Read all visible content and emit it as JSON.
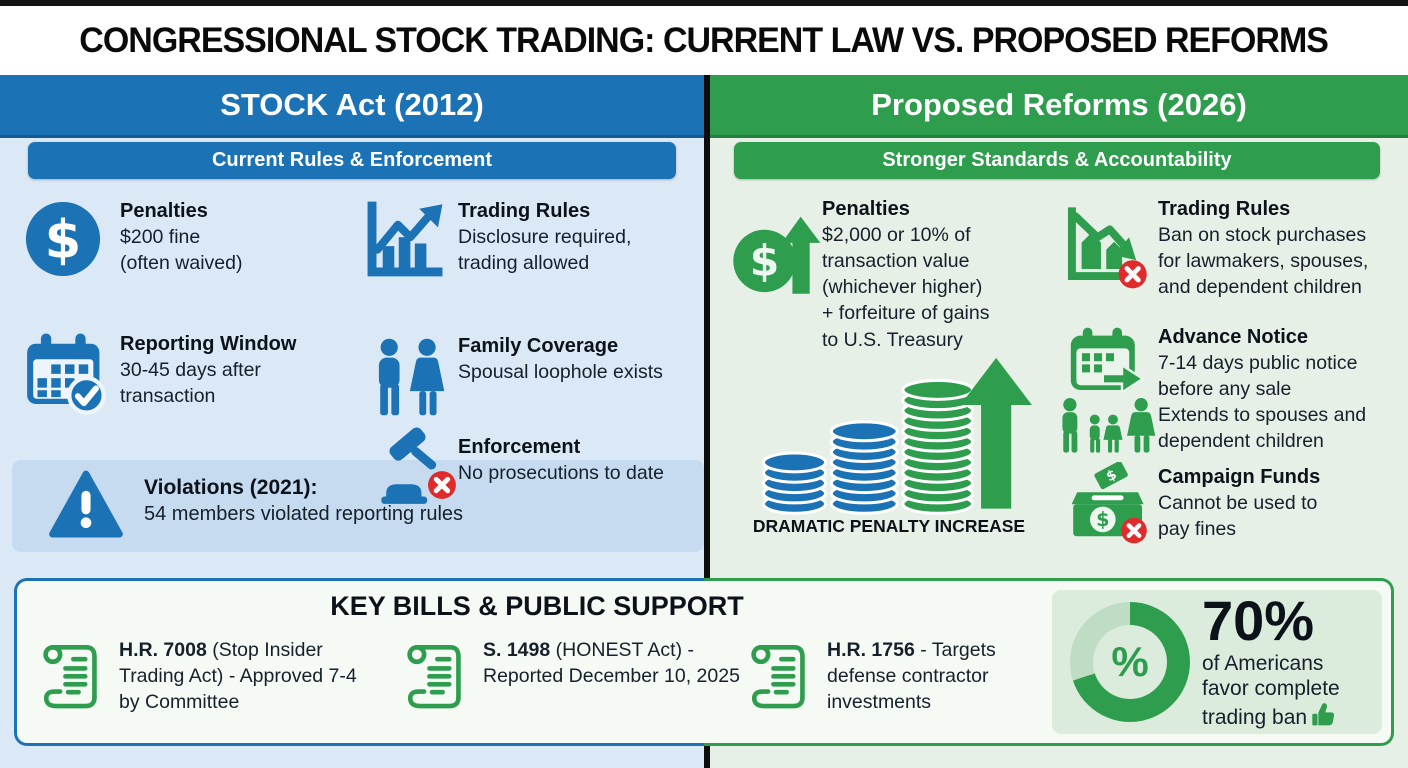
{
  "title": "CONGRESSIONAL STOCK TRADING: CURRENT LAW VS. PROPOSED REFORMS",
  "left": {
    "header": "STOCK Act (2012)",
    "subheader": "Current Rules & Enforcement",
    "items": [
      {
        "icon": "dollar-circle-icon",
        "title": "Penalties",
        "text": "$200 fine\n(often waived)"
      },
      {
        "icon": "chart-up-icon",
        "title": "Trading Rules",
        "text": "Disclosure required,\ntrading allowed"
      },
      {
        "icon": "calendar-check-icon",
        "title": "Reporting Window",
        "text": "30-45 days after\ntransaction"
      },
      {
        "icon": "family-couple-icon",
        "title": "Family Coverage",
        "text": "Spousal loophole exists"
      },
      {
        "icon": "gavel-no-icon",
        "title": "Enforcement",
        "text": "No prosecutions to date"
      }
    ],
    "violations": {
      "icon": "warning-triangle-icon",
      "title": "Violations (2021):",
      "text": "54 members violated reporting rules"
    }
  },
  "right": {
    "header": "Proposed Reforms (2026)",
    "subheader": "Stronger Standards & Accountability",
    "items": [
      {
        "icon": "dollar-up-icon",
        "title": "Penalties",
        "text": "$2,000 or 10% of\ntransaction value\n(whichever higher)\n+ forfeiture of gains\nto U.S. Treasury"
      },
      {
        "icon": "chart-down-no-icon",
        "title": "Trading Rules",
        "text": "Ban on stock purchases\nfor lawmakers, spouses,\nand dependent children"
      },
      {
        "icon": "calendar-arrow-family-icon",
        "title": "Advance Notice",
        "text": "7-14 days public notice\nbefore any sale\nExtends to spouses and\ndependent children"
      },
      {
        "icon": "ballot-box-no-icon",
        "title": "Campaign Funds",
        "text": "Cannot be used to\npay fines"
      }
    ],
    "penalty_graphic": {
      "icon": "coin-stacks-up-arrow-icon",
      "caption": "DRAMATIC PENALTY INCREASE"
    }
  },
  "bottom": {
    "title": "KEY BILLS & PUBLIC SUPPORT",
    "bills": [
      {
        "icon": "scroll-icon",
        "name": "H.R. 7008",
        "rest": " (Stop Insider Trading Act) - Approved 7-4 by Committee"
      },
      {
        "icon": "scroll-icon",
        "name": "S. 1498",
        "rest": " (HONEST Act) - Reported December 10, 2025"
      },
      {
        "icon": "scroll-icon",
        "name": "H.R. 1756",
        "rest": " - Targets defense contractor investments"
      }
    ],
    "support": {
      "donut_percent": 70,
      "symbol": "%",
      "percent": "70%",
      "text": "of Americans\nfavor complete\ntrading ban",
      "thumb_icon": "thumbs-up-icon"
    }
  },
  "colors": {
    "blue": "#1b72b4",
    "light_blue_panel": "#dbe8f6",
    "violations_band": "#c6dbf0",
    "green": "#2e9e4e",
    "light_green_panel": "#e7f0e7",
    "donut_light": "#bfddc4",
    "red_badge": "#df2b2b",
    "bottom_box_bg": "#f6faf5",
    "support_panel_bg": "#dcecdc"
  }
}
